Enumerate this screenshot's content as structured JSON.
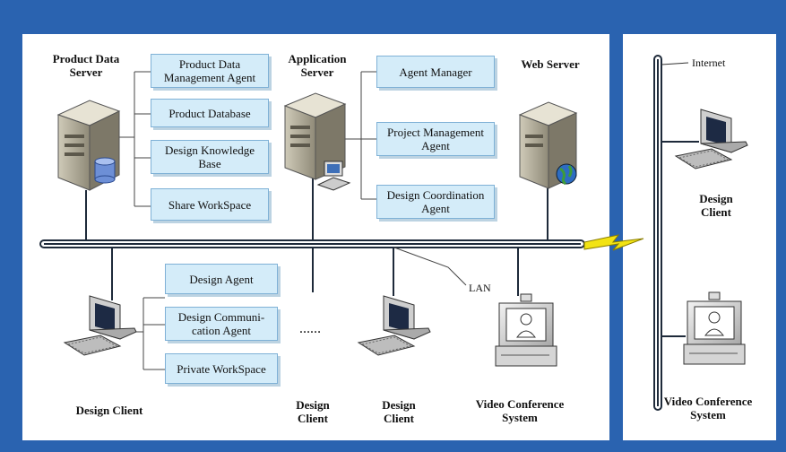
{
  "nodes": {
    "product_data_server": "Product Data\nServer",
    "application_server": "Application\nServer",
    "web_server": "Web Server",
    "design_client_left": "Design Client",
    "design_client_mid1": "Design\nClient",
    "design_client_mid2": "Design\nClient",
    "video_conference_main": "Video Conference\nSystem",
    "design_client_right": "Design\nClient",
    "video_conference_right": "Video Conference\nSystem"
  },
  "agents": {
    "pdm_agent": "Product Data Management Agent",
    "product_database": "Product Database",
    "design_knowledge_base": "Design Knowledge Base",
    "share_workspace": "Share WorkSpace",
    "agent_manager": "Agent Manager",
    "project_management_agent": "Project Management Agent",
    "design_coordination_agent": "Design Coordination Agent",
    "design_agent": "Design Agent",
    "design_communication_agent": "Design Communi-cation Agent",
    "private_workspace": "Private WorkSpace"
  },
  "network": {
    "lan": "LAN",
    "internet": "Internet",
    "ellipsis": "……"
  },
  "colors": {
    "background": "#2a63b0",
    "agent_box": "#d4ecf9",
    "agent_border": "#7fb1d6",
    "bus": "#1e2a3a",
    "link_bolt": "#f2e313"
  },
  "icons": [
    "server-icon",
    "database-icon",
    "globe-icon",
    "computer-icon",
    "video-terminal-icon",
    "lightning-link-icon"
  ]
}
